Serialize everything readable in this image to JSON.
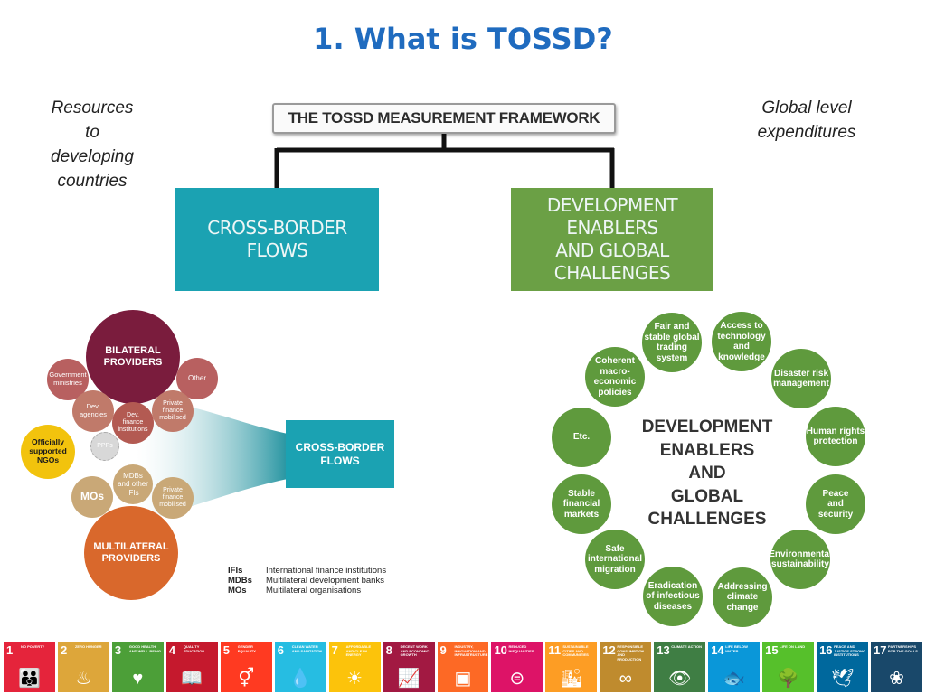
{
  "title": "1. What is TOSSD?",
  "left_note": [
    "Resources",
    "to",
    "developing",
    "countries"
  ],
  "right_note": [
    "Global level",
    "expenditures"
  ],
  "framework_title": "THE TOSSD MEASUREMENT FRAMEWORK",
  "pillar_cross_border": [
    "CROSS-BORDER FLOWS"
  ],
  "pillar_development": [
    "DEVELOPMENT ENABLERS",
    "AND GLOBAL",
    "CHALLENGES"
  ],
  "providers": {
    "bilateral": [
      "BILATERAL",
      "PROVIDERS"
    ],
    "multilateral": [
      "MULTILATERAL",
      "PROVIDERS"
    ],
    "government": [
      "Government",
      "ministries"
    ],
    "other": [
      "Other"
    ],
    "dev_agencies": [
      "Dev.",
      "agencies"
    ],
    "dev_finance": [
      "Dev.",
      "finance",
      "institutions"
    ],
    "private_top": [
      "Private",
      "finance",
      "mobilised"
    ],
    "ngos": [
      "Officially",
      "supported",
      "NGOs"
    ],
    "ppps": [
      "PPPs"
    ],
    "mdbs": [
      "MDBs",
      "and other",
      "IFIs"
    ],
    "mos": [
      "MOs"
    ],
    "private_bottom": [
      "Private",
      "finance",
      "mobilised"
    ],
    "target": [
      "CROSS-BORDER",
      "FLOWS"
    ]
  },
  "legend": [
    {
      "abbr": "IFIs",
      "full": "International finance institutions"
    },
    {
      "abbr": "MDBs",
      "full": "Multilateral development banks"
    },
    {
      "abbr": "MOs",
      "full": "Multilateral organisations"
    }
  ],
  "enablers_center": [
    "DEVELOPMENT",
    "ENABLERS",
    "AND",
    "GLOBAL",
    "CHALLENGES"
  ],
  "enablers": [
    [
      "Fair and",
      "stable global",
      "trading",
      "system"
    ],
    [
      "Access to",
      "technology",
      "and",
      "knowledge"
    ],
    [
      "Disaster risk",
      "management"
    ],
    [
      "Human rights",
      "protection"
    ],
    [
      "Peace",
      "and",
      "security"
    ],
    [
      "Environmental",
      "sustainability"
    ],
    [
      "Addressing",
      "climate",
      "change"
    ],
    [
      "Eradication",
      "of infectious",
      "diseases"
    ],
    [
      "Safe",
      "international",
      "migration"
    ],
    [
      "Stable",
      "financial",
      "markets"
    ],
    [
      "Etc."
    ],
    [
      "Coherent",
      "macro-",
      "economic",
      "policies"
    ]
  ],
  "sdgs": [
    {
      "num": "1",
      "label": "NO POVERTY",
      "color": "#e5243b",
      "icon": "family-icon"
    },
    {
      "num": "2",
      "label": "ZERO HUNGER",
      "color": "#dda63a",
      "icon": "bowl-icon"
    },
    {
      "num": "3",
      "label": "GOOD HEALTH AND WELL-BEING",
      "color": "#4c9f38",
      "icon": "heartbeat-icon"
    },
    {
      "num": "4",
      "label": "QUALITY EDUCATION",
      "color": "#c5192d",
      "icon": "book-icon"
    },
    {
      "num": "5",
      "label": "GENDER EQUALITY",
      "color": "#ff3a21",
      "icon": "gender-icon"
    },
    {
      "num": "6",
      "label": "CLEAN WATER AND SANITATION",
      "color": "#26bde2",
      "icon": "water-drop-icon"
    },
    {
      "num": "7",
      "label": "AFFORDABLE AND CLEAN ENERGY",
      "color": "#fcc30b",
      "icon": "sun-icon"
    },
    {
      "num": "8",
      "label": "DECENT WORK AND ECONOMIC GROWTH",
      "color": "#a21942",
      "icon": "growth-chart-icon"
    },
    {
      "num": "9",
      "label": "INDUSTRY, INNOVATION AND INFRASTRUCTURE",
      "color": "#fd6925",
      "icon": "cubes-icon"
    },
    {
      "num": "10",
      "label": "REDUCED INEQUALITIES",
      "color": "#dd1367",
      "icon": "equal-icon"
    },
    {
      "num": "11",
      "label": "SUSTAINABLE CITIES AND COMMUNITIES",
      "color": "#fd9d24",
      "icon": "city-icon"
    },
    {
      "num": "12",
      "label": "RESPONSIBLE CONSUMPTION AND PRODUCTION",
      "color": "#bf8b2e",
      "icon": "infinity-icon"
    },
    {
      "num": "13",
      "label": "CLIMATE ACTION",
      "color": "#3f7e44",
      "icon": "eye-icon"
    },
    {
      "num": "14",
      "label": "LIFE BELOW WATER",
      "color": "#0a97d9",
      "icon": "fish-icon"
    },
    {
      "num": "15",
      "label": "LIFE ON LAND",
      "color": "#56c02b",
      "icon": "tree-icon"
    },
    {
      "num": "16",
      "label": "PEACE AND JUSTICE STRONG INSTITUTIONS",
      "color": "#00689d",
      "icon": "dove-icon"
    },
    {
      "num": "17",
      "label": "PARTNERSHIPS FOR THE GOALS",
      "color": "#19486a",
      "icon": "rings-icon"
    }
  ]
}
